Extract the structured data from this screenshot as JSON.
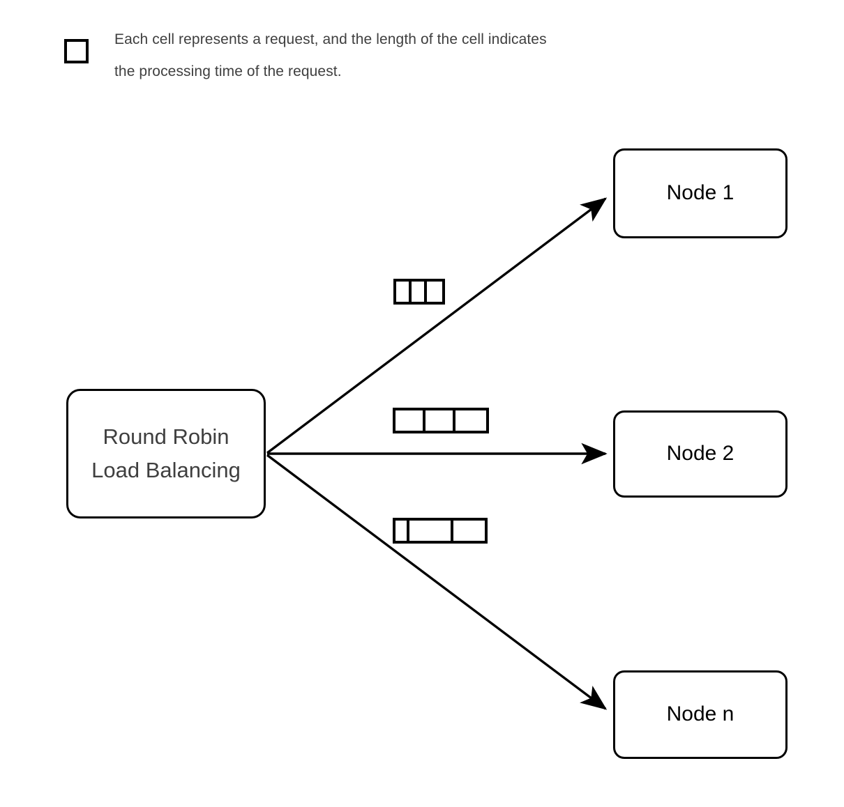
{
  "legend": {
    "icon": "square-outline-icon",
    "text": "Each cell represents a request, and the length of the cell indicates\nthe processing time of the request.",
    "swatch_color": "#000000"
  },
  "diagram": {
    "title": "Round Robin Load Balancing",
    "source": {
      "label": "Round Robin\nLoad Balancing",
      "text_color": "#3f3f3f",
      "border_color": "#000000"
    },
    "nodes": [
      {
        "id": "node-1",
        "label": "Node 1"
      },
      {
        "id": "node-2",
        "label": "Node 2"
      },
      {
        "id": "node-n",
        "label": "Node n"
      }
    ],
    "queues": [
      {
        "id": "queue-node-1",
        "for_node": "Node 1",
        "cell_count": 3,
        "cell_widths": [
          22,
          22,
          22
        ]
      },
      {
        "id": "queue-node-2",
        "for_node": "Node 2",
        "cell_count": 3,
        "cell_widths": [
          43,
          43,
          44
        ]
      },
      {
        "id": "queue-node-n",
        "for_node": "Node n",
        "cell_count": 3,
        "cell_widths": [
          20,
          63,
          45
        ]
      }
    ],
    "edges": [
      {
        "id": "edge-to-node-1",
        "from": "Round Robin Load Balancing",
        "to": "Node 1",
        "arrow": "end"
      },
      {
        "id": "edge-to-node-2",
        "from": "Round Robin Load Balancing",
        "to": "Node 2",
        "arrow": "end"
      },
      {
        "id": "edge-to-node-n",
        "from": "Round Robin Load Balancing",
        "to": "Node n",
        "arrow": "end"
      }
    ],
    "stroke_color": "#000000",
    "background": "#ffffff"
  }
}
